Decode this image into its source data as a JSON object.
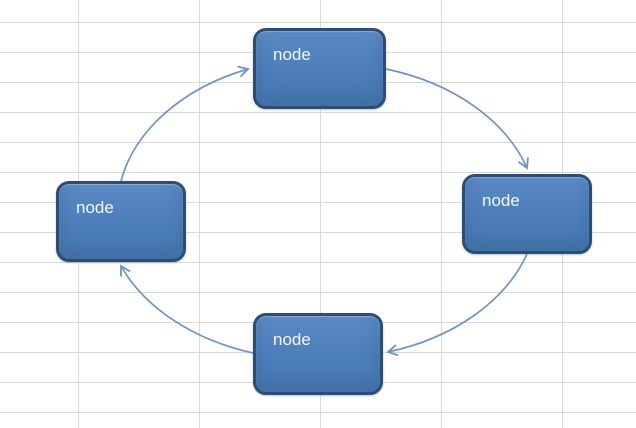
{
  "surface": {
    "type": "spreadsheet-canvas",
    "background_color": "#ffffff",
    "gridline_color": "#d9d9d9"
  },
  "diagram": {
    "type": "cycle",
    "direction": "clockwise",
    "nodes": [
      {
        "position": "top",
        "label": "node"
      },
      {
        "position": "right",
        "label": "node"
      },
      {
        "position": "bottom",
        "label": "node"
      },
      {
        "position": "left",
        "label": "node"
      }
    ],
    "connections": [
      {
        "from": "left",
        "to": "top"
      },
      {
        "from": "top",
        "to": "right"
      },
      {
        "from": "right",
        "to": "bottom"
      },
      {
        "from": "bottom",
        "to": "left"
      }
    ],
    "colors": {
      "node_fill": "#4b7db8",
      "node_fill_top": "#5b89c4",
      "node_border": "#2d4d72",
      "node_text": "#f2f6fb",
      "arrow": "#7093c8"
    }
  }
}
